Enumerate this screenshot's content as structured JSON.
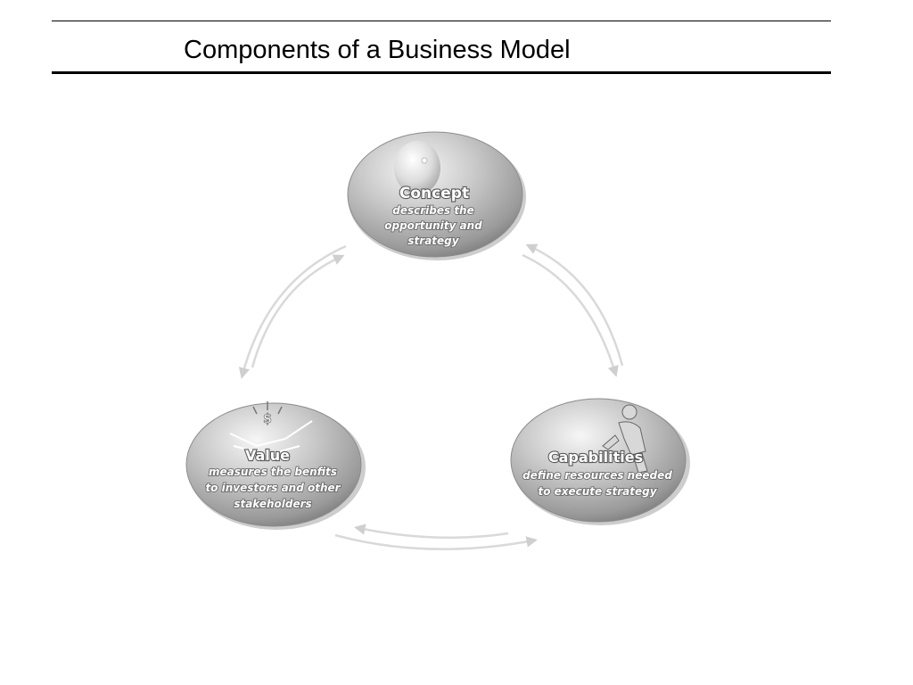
{
  "slide": {
    "title": "Components of a Business Model"
  },
  "diagram": {
    "nodes": [
      {
        "id": "concept",
        "title": "Concept",
        "description": [
          "describes the",
          "opportunity and",
          "strategy"
        ],
        "icon": "lightbulb-icon"
      },
      {
        "id": "capabilities",
        "title": "Capabilities",
        "description": [
          "define resources needed",
          "to execute strategy"
        ],
        "icon": "person-with-tools-icon"
      },
      {
        "id": "value",
        "title": "Value",
        "description": [
          "measures the benfits",
          "to investors and other",
          "stakeholders"
        ],
        "icon": "handshake-dollar-icon"
      }
    ],
    "colors": {
      "ellipse_light": "#f4f4f4",
      "ellipse_dark": "#8a8a8a",
      "arrow": "#d6d6d6"
    }
  }
}
